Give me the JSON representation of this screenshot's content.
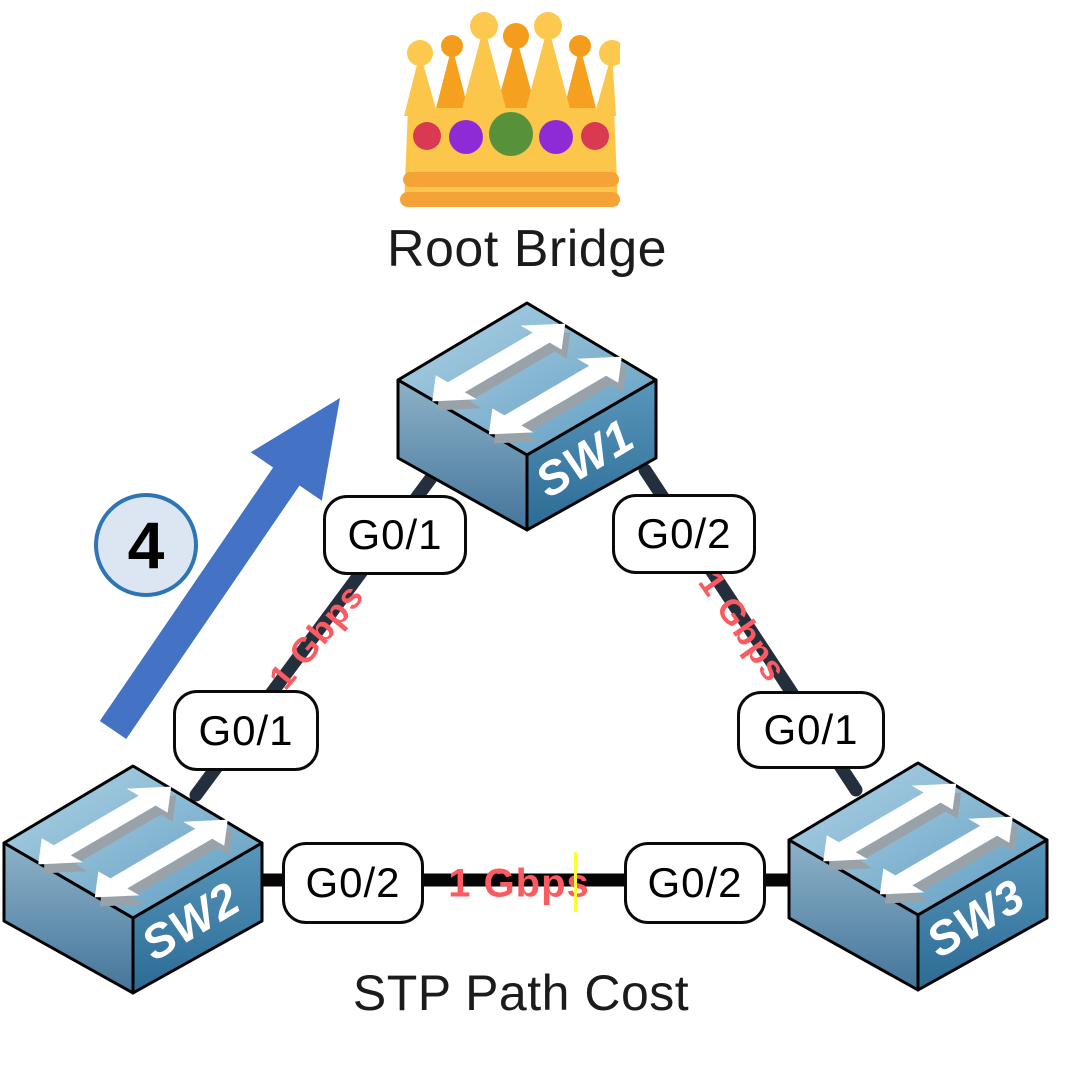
{
  "root_bridge": {
    "label": "Root Bridge"
  },
  "title": "STP Path Cost",
  "cost_badge": {
    "value": "4"
  },
  "switches": {
    "sw1": {
      "name": "SW1"
    },
    "sw2": {
      "name": "SW2"
    },
    "sw3": {
      "name": "SW3"
    }
  },
  "ports": {
    "sw1_g01": {
      "label": "G0/1"
    },
    "sw1_g02": {
      "label": "G0/2"
    },
    "sw2_g01": {
      "label": "G0/1"
    },
    "sw2_g02": {
      "label": "G0/2"
    },
    "sw3_g01": {
      "label": "G0/1"
    },
    "sw3_g02": {
      "label": "G0/2"
    }
  },
  "links": {
    "sw2_to_sw1": {
      "speed": "1 Gbps"
    },
    "sw1_to_sw3": {
      "speed": "1 Gbps"
    },
    "sw2_to_sw3": {
      "speed": "1 Gbps"
    }
  },
  "colors": {
    "path_arrow_blue": "#4472c4",
    "badge_fill": "#dce6f2",
    "badge_border": "#2e75b6",
    "speed_label_red": "#fb5a60",
    "link_dark": "#232f3d",
    "switch_face_blue": "#5996bc",
    "crown_gold": "#fcc64a",
    "crown_orange": "#f5a01e"
  }
}
